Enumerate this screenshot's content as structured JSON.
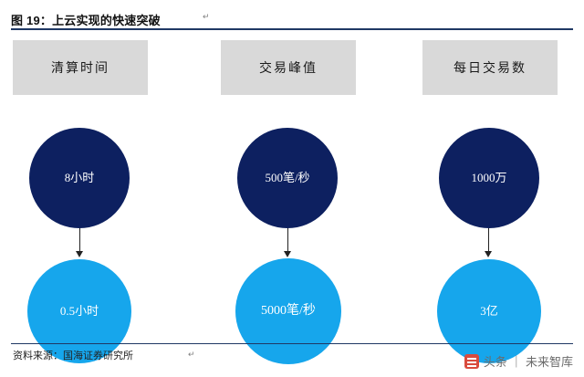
{
  "figure": {
    "title": "图 19：上云实现的快速突破",
    "title_mark": "↵",
    "source": "资料来源：国海证券研究所",
    "source_mark": "↵"
  },
  "columns": [
    {
      "header": "清算时间",
      "before": "8小时",
      "after": "0.5小时"
    },
    {
      "header": "交易峰值",
      "before": "500笔/秒",
      "after": "5000笔/秒"
    },
    {
      "header": "每日交易数",
      "before": "1000万",
      "after": "3亿"
    }
  ],
  "watermark": {
    "label": "头条 ｜ 未来智库",
    "logo": "toutiao-logo-icon"
  },
  "colors": {
    "dark_circle": "#0d2060",
    "light_circle": "#16a6ec",
    "header_box": "#d9d9d9",
    "rule": "#1f3864",
    "watermark_logo": "#d94b3d"
  }
}
